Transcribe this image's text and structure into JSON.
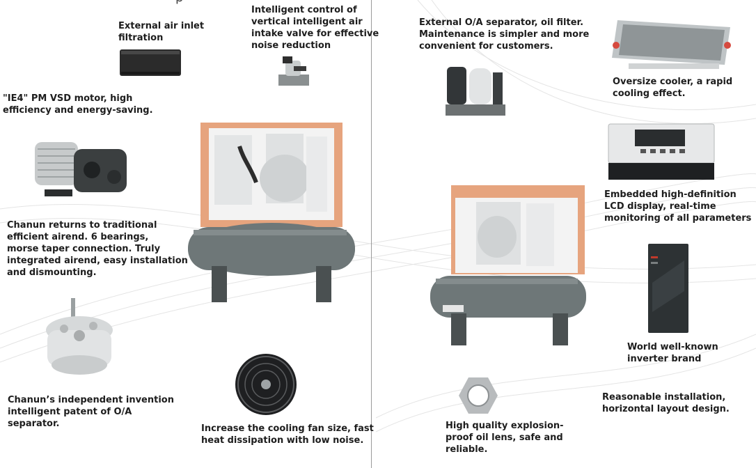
{
  "left_page": {
    "top_fragment": "p",
    "air_inlet": "External air inlet\nfiltration",
    "intake_valve": "Intelligent control of\nvertical intelligent air\nintake valve for effective\nnoise reduction",
    "motor": "\"IE4\" PM VSD motor, high\nefficiency and energy-saving.",
    "airend": "Chanun returns to traditional\nefficient airend. 6 bearings,\nmorse taper connection. Truly\nintegrated airend, easy installation\nand dismounting.",
    "separator_patent": "Chanun’s independent invention\nintelligent patent of O/A\nseparator.",
    "cooling_fan": "Increase the cooling fan size, fast\nheat dissipation with low noise."
  },
  "right_page": {
    "oa_separator": "External O/A separator, oil filter.\nMaintenance is simpler and more\nconvenient for customers.",
    "cooler": "Oversize cooler, a rapid\ncooling effect.",
    "lcd": "Embedded high-definition\nLCD display, real-time\nmonitoring of all parameters",
    "inverter": "World well-known\ninverter brand",
    "layout": "Reasonable installation,\nhorizontal layout design.",
    "oil_lens": "High quality explosion-\nproof oil lens, safe and\nreliable."
  },
  "colors": {
    "panel_orange": "#e6a47e",
    "tank_gray": "#6e7778",
    "dark_metal": "#2f3436",
    "text": "#1d1d1d"
  },
  "icons": [
    "filter-foam-icon",
    "intake-valve-icon",
    "pm-motor-icon",
    "airend-icon",
    "oa-separator-icon",
    "cooling-fan-icon",
    "compressor-unit-icon",
    "cooler-icon",
    "lcd-controller-icon",
    "inverter-icon",
    "oil-lens-icon"
  ]
}
